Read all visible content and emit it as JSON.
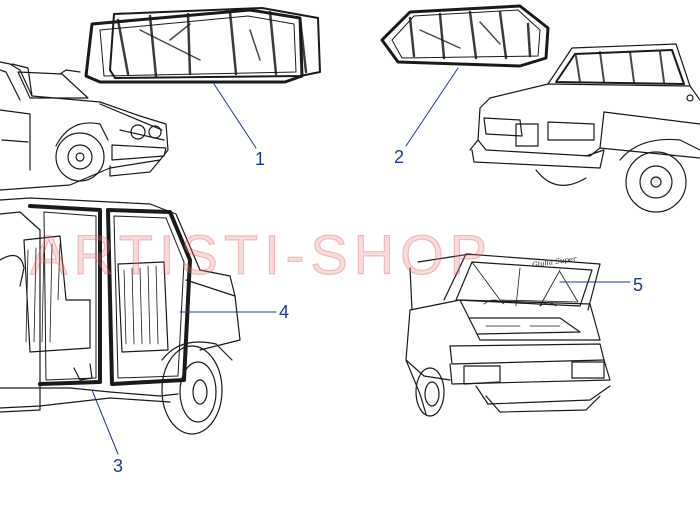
{
  "watermark": {
    "text": "ARTISTI-SHOP"
  },
  "callouts": [
    {
      "number": "1"
    },
    {
      "number": "2"
    },
    {
      "number": "3"
    },
    {
      "number": "4"
    },
    {
      "number": "5"
    }
  ],
  "trunk_script": "Giulia Super",
  "colors": {
    "callout_text": "#1f3a8a",
    "leader_line": "#1f3a8a",
    "drawing": "#1a1a1a",
    "watermark": "#eb7878"
  }
}
